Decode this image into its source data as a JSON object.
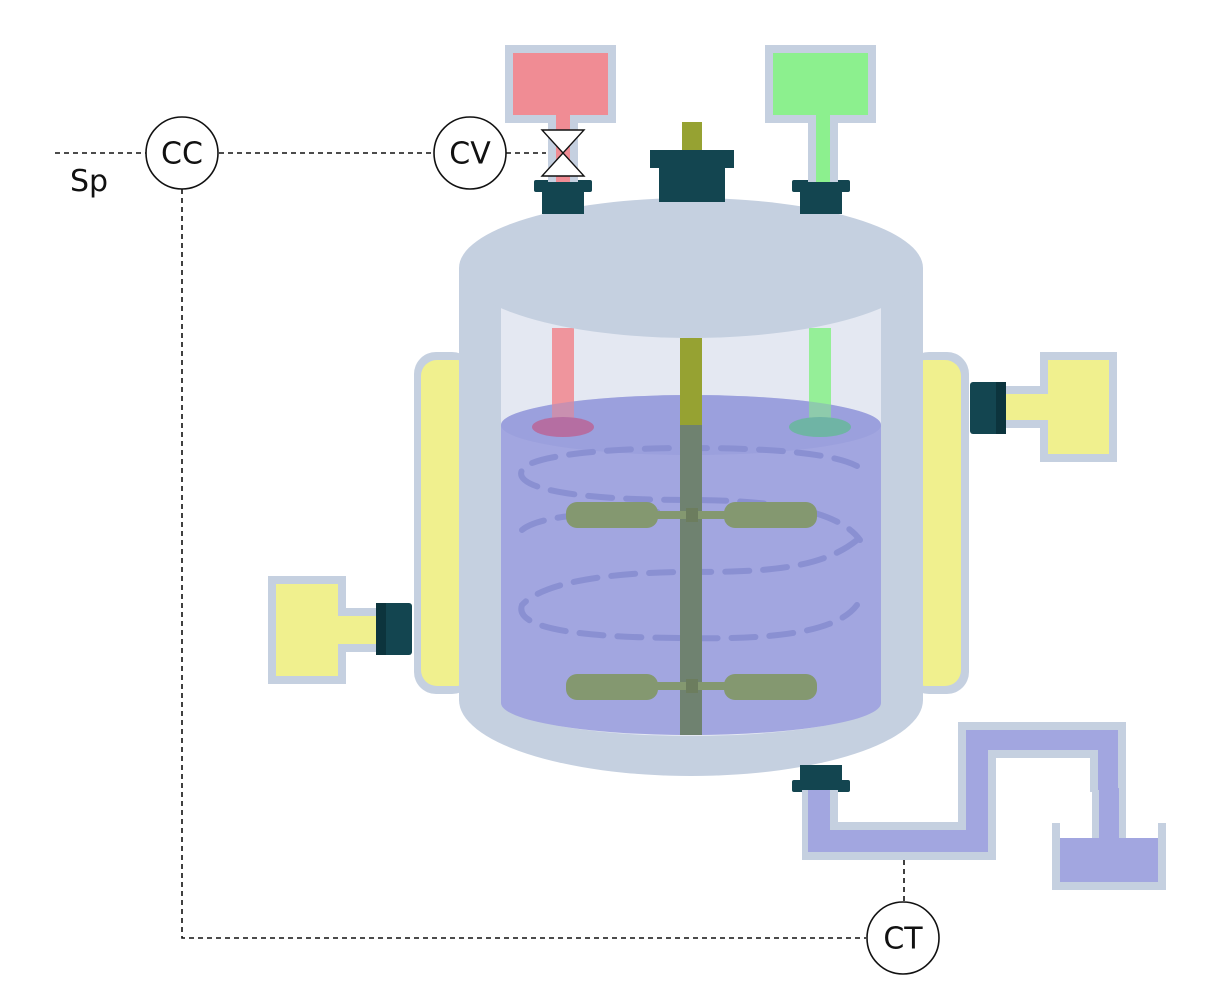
{
  "diagram": {
    "setpoint_label": "Sp",
    "instruments": {
      "controller": "CC",
      "control_valve": "CV",
      "transmitter": "CT"
    }
  },
  "colors": {
    "vessel_body": "#c5d0e0",
    "vessel_interior": "#e4e8f2",
    "liquid": "#a2a6e0",
    "jacket": "#f0f08e",
    "nozzle": "#134550",
    "feed_a": "#f08c94",
    "feed_b": "#8cf08e",
    "shaft": "#96a232",
    "impeller": "#849870",
    "signal_line": "#111111"
  }
}
